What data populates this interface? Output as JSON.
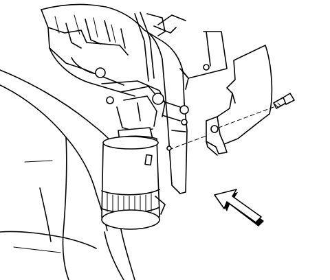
{
  "diagram": {
    "style": "black line art on white",
    "colors": {
      "line": "#000000",
      "background": "#ffffff"
    },
    "parts": [
      "engine-block",
      "oil-filter",
      "oil-filter-adapter",
      "heat-shield",
      "bolt",
      "direction-arrow"
    ]
  }
}
